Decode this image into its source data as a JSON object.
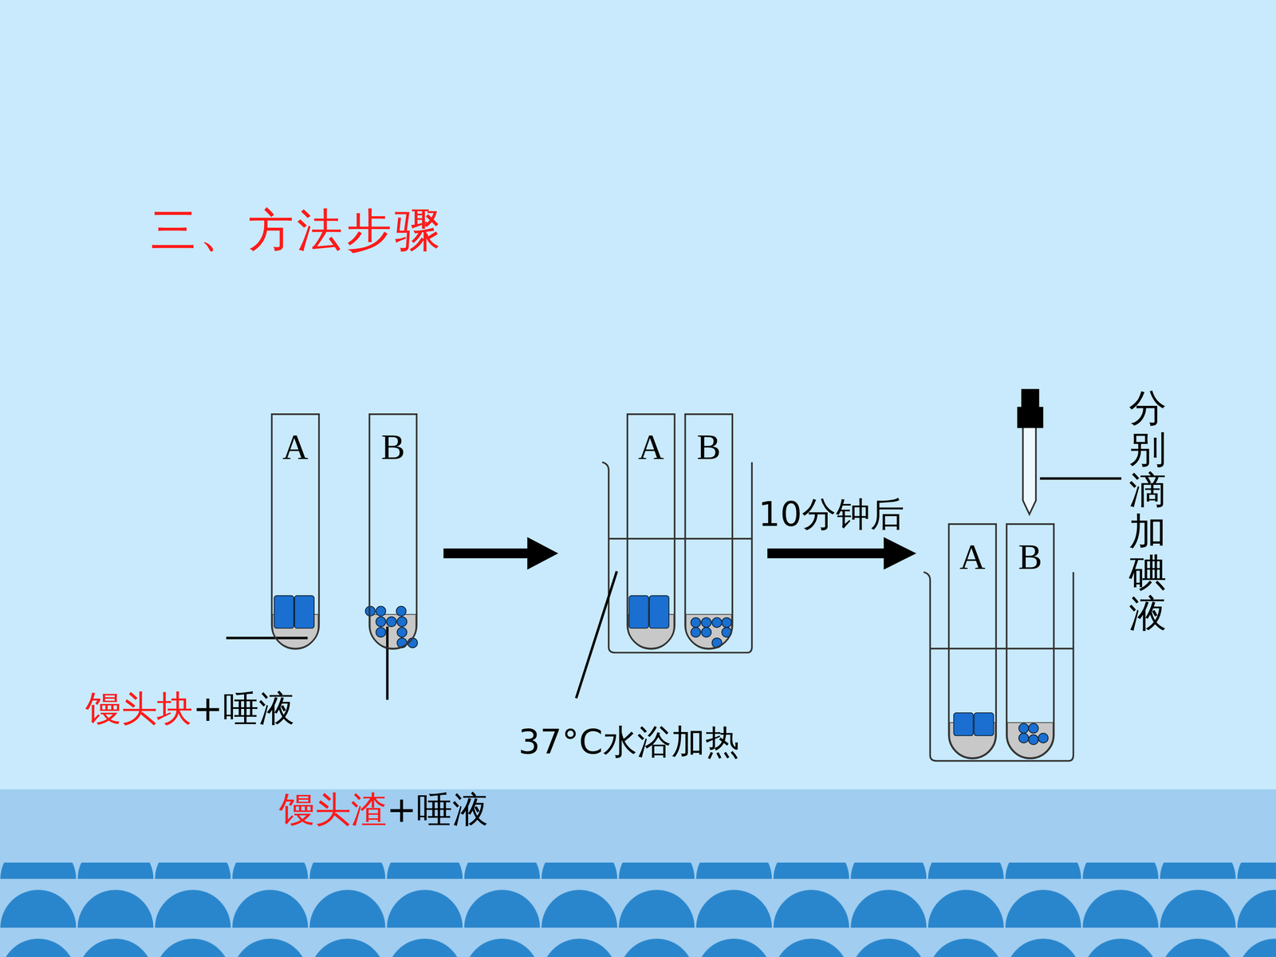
{
  "diagram": {
    "title": "三、方法步骤",
    "nodes": [
      {
        "text": [
          "A"
        ]
      },
      {
        "text": [
          "B"
        ]
      },
      {
        "text": [
          "A"
        ]
      },
      {
        "text": [
          "B"
        ]
      },
      {
        "text": [
          "A"
        ]
      },
      {
        "text": [
          "B"
        ]
      }
    ],
    "labels": [
      "馒头块",
      "+唾液",
      "馒头渣",
      "+唾液",
      "37°C水浴加热",
      "10分钟后",
      "分别滴加碘液"
    ]
  }
}
